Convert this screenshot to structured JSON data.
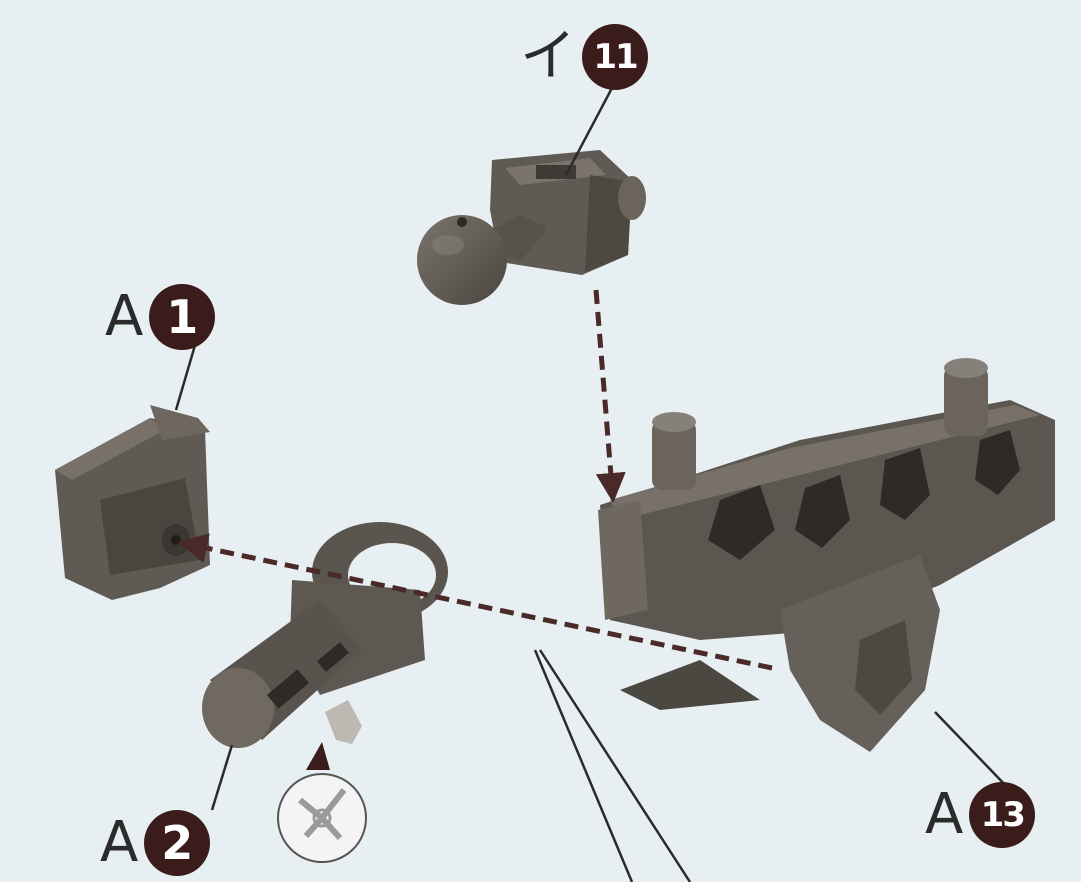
{
  "callouts": {
    "top": {
      "runner": "イ",
      "number": "11"
    },
    "left_top": {
      "runner": "A",
      "number": "1"
    },
    "left_bottom": {
      "runner": "A",
      "number": "2"
    },
    "right_bottom": {
      "runner": "A",
      "number": "13"
    }
  },
  "colors": {
    "background": "#e8eff2",
    "part_fill": "#5c5750",
    "part_dark": "#46423c",
    "part_light": "#7a746b",
    "badge": "#3a1c1a",
    "arrow": "#4a2a28",
    "leader": "#2b2b2b"
  },
  "icons": [
    "nipper-cut-icon"
  ]
}
